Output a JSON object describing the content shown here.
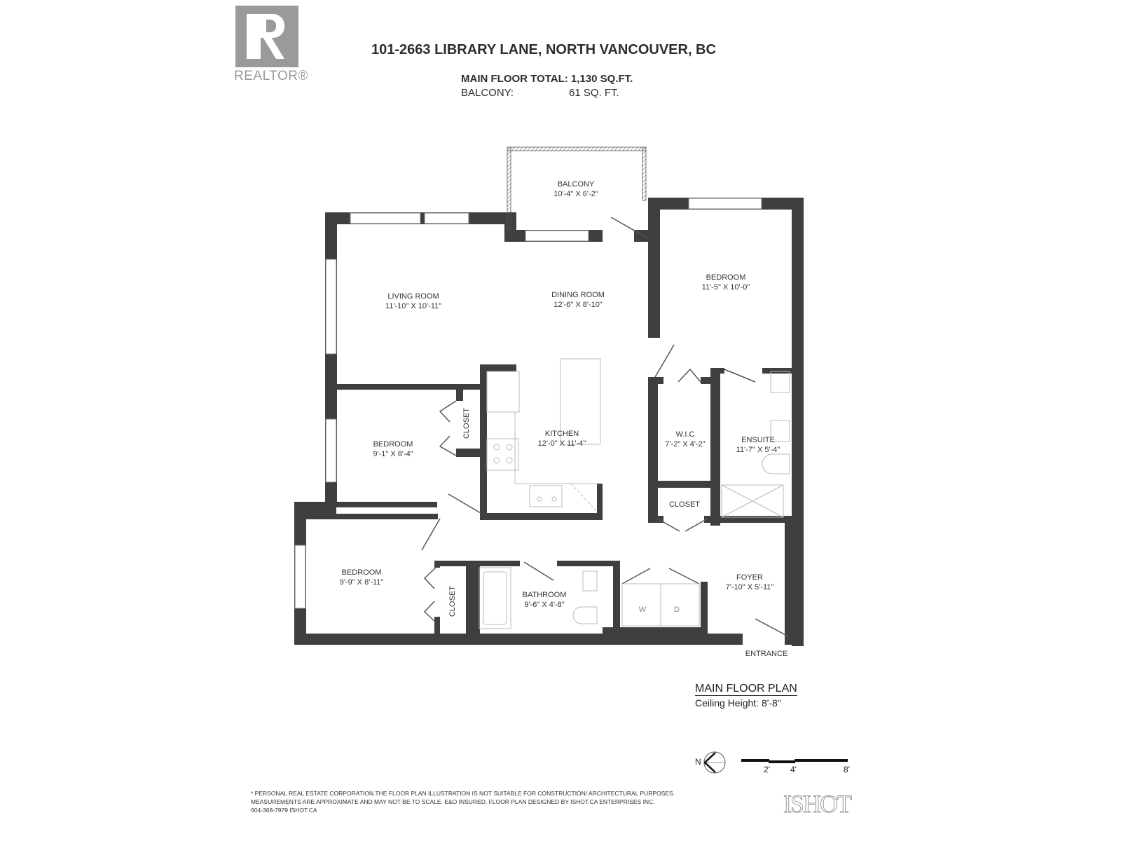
{
  "logo": {
    "brand": "REALTOR®"
  },
  "header": {
    "address": "101-2663 LIBRARY LANE, NORTH VANCOUVER, BC",
    "main_floor_label": "MAIN FLOOR TOTAL: 1,130 SQ.FT.",
    "balcony_label": "BALCONY:",
    "balcony_value": "61 SQ. FT."
  },
  "rooms": [
    {
      "name": "BALCONY",
      "dims": "10'-4\" X 6'-2\""
    },
    {
      "name": "LIVING ROOM",
      "dims": "11'-10\" X 10'-11\""
    },
    {
      "name": "DINING ROOM",
      "dims": "12'-6\" X 8'-10\""
    },
    {
      "name": "BEDROOM",
      "dims": "11'-5\" X 10'-0\""
    },
    {
      "name": "BEDROOM",
      "dims": "9'-1\" X 8'-4\""
    },
    {
      "name": "KITCHEN",
      "dims": "12'-0\" X 11'-4\""
    },
    {
      "name": "W.I.C",
      "dims": "7'-2\" X 4'-2\""
    },
    {
      "name": "ENSUITE",
      "dims": "11'-7\" X 5'-4\""
    },
    {
      "name": "BEDROOM",
      "dims": "9'-9\" X 8'-11\""
    },
    {
      "name": "BATHROOM",
      "dims": "9'-6\" X 4'-8\""
    },
    {
      "name": "FOYER",
      "dims": "7'-10\" X 5'-11\""
    }
  ],
  "closets": [
    "CLOSET",
    "CLOSET",
    "CLOSET"
  ],
  "appliances": {
    "washer": "W",
    "dryer": "D"
  },
  "entrance_label": "ENTRANCE",
  "plan_info": {
    "name": "MAIN FLOOR PLAN",
    "ceiling": "Ceiling Height: 8'-8\""
  },
  "compass": {
    "label": "N"
  },
  "scale": {
    "ticks": [
      "2'",
      "4'",
      "8'"
    ]
  },
  "footer": {
    "line1": "* PERSONAL REAL ESTATE CORPORATION.THE FLOOR PLAN ILLUSTRATION IS NOT SUITABLE FOR CONSTRUCTION/ ARCHITECTURAL PURPOSES.",
    "line2": "MEASUREMENTS ARE APPROXIMATE AND MAY NOT BE TO SCALE. E&O INSURED. FLOOR PLAN DESIGNED BY ISHOT.CA ENTERPRISES INC.",
    "line3": "604-368-7979  ISHOT.CA",
    "brand": "ISHOT"
  },
  "colors": {
    "wall": "#3f3f3f",
    "logo_gray": "#9a9a9a",
    "fixture": "#bbbbbb"
  }
}
